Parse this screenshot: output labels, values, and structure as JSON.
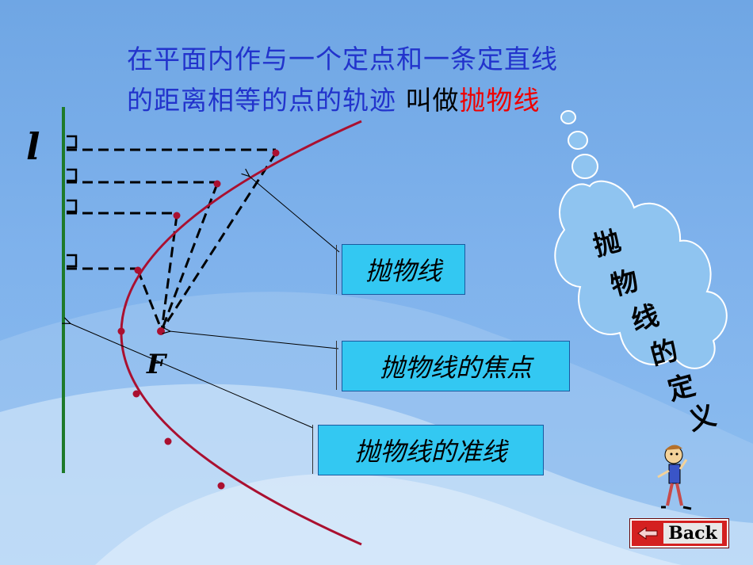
{
  "title": {
    "line1": "在平面内作与一个定点和一条定直线",
    "line2_a": "的距离相等的点的轨迹 ",
    "line2_b": "叫做",
    "line2_c": "抛物线"
  },
  "labels": {
    "directrix_letter": "l",
    "focus_letter": "F",
    "parabola": "抛物线",
    "focus": "抛物线的焦点",
    "directrix": "抛物线的准线"
  },
  "cloud": {
    "chars": [
      "抛",
      "物",
      "线",
      "的",
      "定",
      "义"
    ]
  },
  "back_button": {
    "label": "Back",
    "arrow_icon": "arrow-left-icon"
  },
  "colors": {
    "title_blue": "#2233cc",
    "emphasis_red": "#ee0000",
    "parabola": "#aa1030",
    "directrix": "#1e7a2a",
    "label_box": "#33c8f2"
  }
}
